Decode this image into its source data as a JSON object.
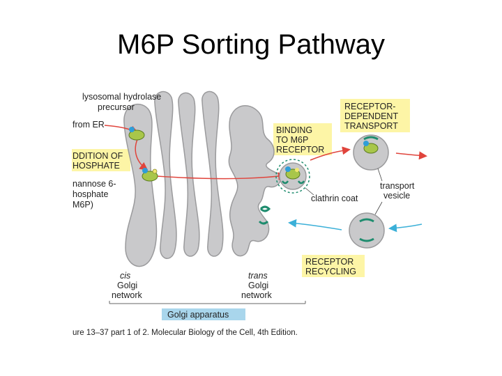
{
  "slide": {
    "title": "M6P Sorting Pathway"
  },
  "diagram": {
    "labels": {
      "precursor": [
        "lysosomal hydrolase",
        "precursor"
      ],
      "from_er": "from ER",
      "addition": [
        "DDITION OF",
        "HOSPHATE"
      ],
      "m6p": [
        "nannose 6-",
        "hosphate",
        "M6P)"
      ],
      "binding": [
        "BINDING",
        "TO M6P",
        "RECEPTOR"
      ],
      "receptor_transport": [
        "RECEPTOR-",
        "DEPENDENT",
        "TRANSPORT"
      ],
      "transport_vesicle": [
        "transport",
        "vesicle"
      ],
      "clathrin": "clathrin coat",
      "recycling": [
        "RECEPTOR",
        "RECYCLING"
      ],
      "cis": [
        "cis",
        "Golgi",
        "network"
      ],
      "trans": [
        "trans",
        "Golgi",
        "network"
      ],
      "golgi": "Golgi apparatus"
    },
    "caption": "ure 13–37 part 1 of 2. Molecular Biology of the Cell, 4th Edition.",
    "colors": {
      "golgi_fill": "#c9c9cb",
      "golgi_stroke": "#9a9a9c",
      "highlight_box": "#fdf5a6",
      "golgi_box": "#a9d6ec",
      "receptor_green": "#1e8c6e",
      "enzyme_green": "#a8c64a",
      "phosphate_blue": "#2f9ed8",
      "arrow_red": "#e0443c",
      "arrow_cyan": "#3bb0d8"
    }
  }
}
